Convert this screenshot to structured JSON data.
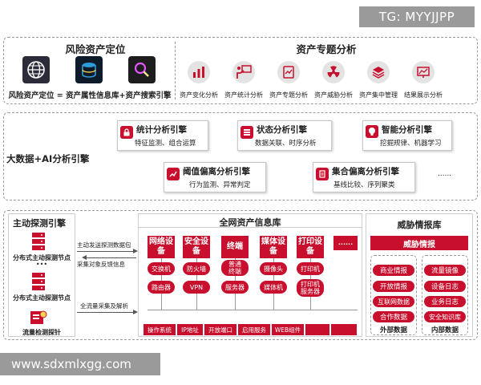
{
  "watermark_top": "TG: MYYJJPP",
  "watermark_bottom": "www.sdxmlxgg.com",
  "top": {
    "left_title": "风险资产定位",
    "formula": "风险资产定位 = 资产属性信息库+资产搜索引擎",
    "right_title": "资产专题分析",
    "analysis_items": [
      "资产变化分析",
      "资产统计分析",
      "资产专题分析",
      "资产威胁分析",
      "资产集中管理",
      "结果展示分析"
    ]
  },
  "middle": {
    "label": "大数据+AI分析引擎",
    "engines": [
      {
        "title": "统计分析引擎",
        "sub": "特征监测、组合运算"
      },
      {
        "title": "状态分析引擎",
        "sub": "数据关联、时序分析"
      },
      {
        "title": "智能分析引擎",
        "sub": "挖掘规律、机器学习"
      },
      {
        "title": "阈值偏离分析引擎",
        "sub": "行为监测、异常判定"
      },
      {
        "title": "集合偏离分析引擎",
        "sub": "基线比较、序列聚类"
      }
    ],
    "ellipsis": "......"
  },
  "bottom": {
    "probe": {
      "title": "主动探测引擎",
      "items": [
        "分布式主动探测节点",
        "分布式主动探测节点",
        "流量检测探针"
      ],
      "dots": "•••",
      "arrow1": "主动发送探测数据包",
      "arrow1b": "采集对象反馈信息",
      "arrow2": "全流量采集及解析"
    },
    "asset_db": {
      "title": "全网资产信息库",
      "columns": [
        {
          "cat": "网络设备",
          "items": [
            "交换机",
            "路由器"
          ]
        },
        {
          "cat": "安全设备",
          "items": [
            "防火墙",
            "VPN"
          ]
        },
        {
          "cat": "终端",
          "items": [
            "普通终端",
            "服务器"
          ]
        },
        {
          "cat": "媒体设备",
          "items": [
            "摄像头",
            "媒体机"
          ]
        },
        {
          "cat": "打印设备",
          "items": [
            "打印机",
            "打印机服务器"
          ]
        }
      ],
      "more": "......",
      "tags": [
        "操作系统",
        "IP地址",
        "开放端口",
        "启用服务",
        "WEB组件",
        "",
        ""
      ]
    },
    "threat": {
      "title": "威胁情报库",
      "header": "威胁情报",
      "left": [
        "商业情报",
        "开放情报",
        "互联网数据",
        "合作数据",
        "外部数据"
      ],
      "right": [
        "流量镜像",
        "设备日志",
        "业务日志",
        "安全知识库",
        "内部数据"
      ]
    }
  }
}
